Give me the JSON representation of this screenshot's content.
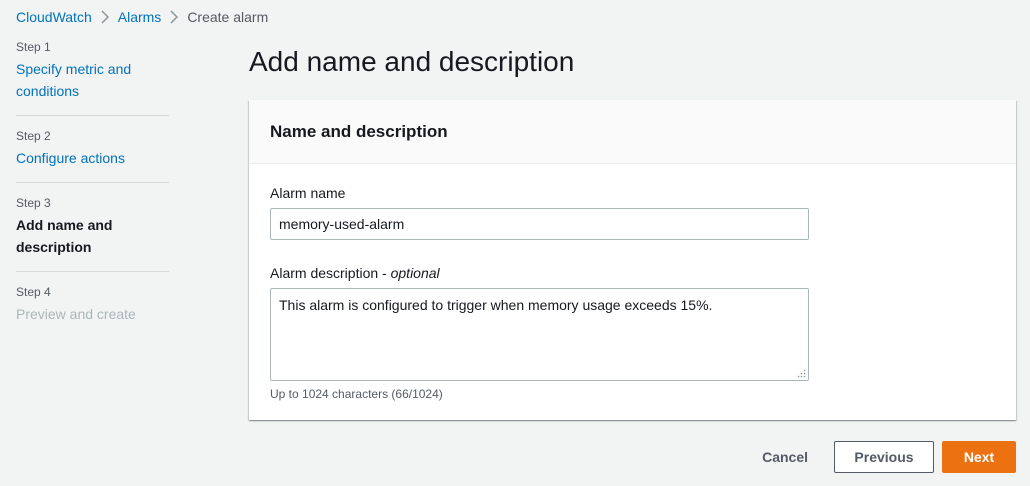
{
  "breadcrumb": {
    "items": [
      "CloudWatch",
      "Alarms"
    ],
    "current": "Create alarm",
    "separator_icon": "chevron-right-icon"
  },
  "steps": [
    {
      "number": "Step 1",
      "label": "Specify metric and conditions",
      "state": "link"
    },
    {
      "number": "Step 2",
      "label": "Configure actions",
      "state": "link"
    },
    {
      "number": "Step 3",
      "label": "Add name and description",
      "state": "active"
    },
    {
      "number": "Step 4",
      "label": "Preview and create",
      "state": "disabled"
    }
  ],
  "page": {
    "title": "Add name and description"
  },
  "panel": {
    "title": "Name and description",
    "alarm_name": {
      "label": "Alarm name",
      "value": "memory-used-alarm"
    },
    "alarm_description": {
      "label": "Alarm description",
      "optional": "optional",
      "separator": " - ",
      "value": "This alarm is configured to trigger when memory usage exceeds 15%.",
      "constraint": "Up to 1024 characters (66/1024)"
    }
  },
  "actions": {
    "cancel": "Cancel",
    "previous": "Previous",
    "next": "Next"
  },
  "colors": {
    "link": "#0073bb",
    "primary": "#ec7211",
    "background": "#f2f3f3"
  }
}
